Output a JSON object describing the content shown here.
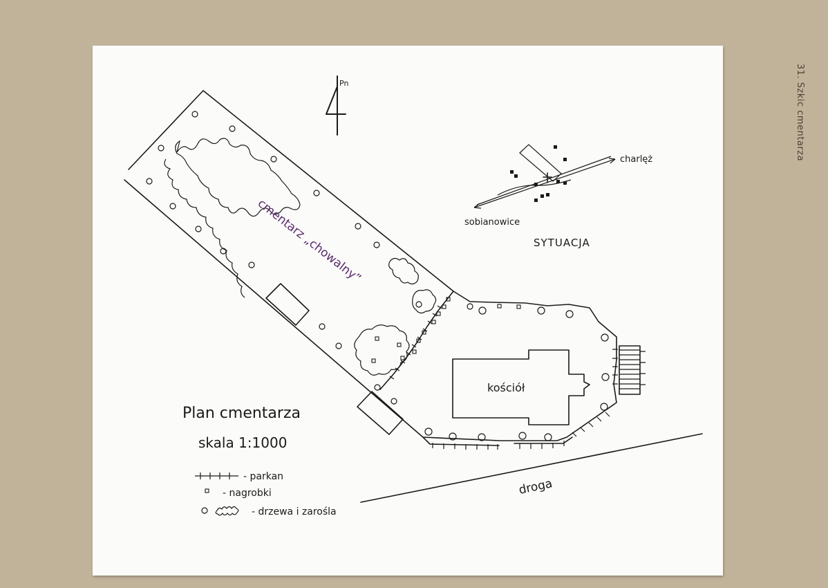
{
  "caption": "31. Szkic cmentarza",
  "north_label": "Pn",
  "cemetery_label": "cmentarz „chowalny”",
  "church_label": "kościół",
  "road_label": "droga",
  "situation": {
    "title": "SYTUACJA",
    "left_place": "sobianowice",
    "right_place": "charlęż"
  },
  "plan": {
    "title": "Plan cmentarza",
    "scale": "skala 1:1000"
  },
  "legend": [
    {
      "symbol": "fence-icon",
      "label": "- parkan"
    },
    {
      "symbol": "tombstone-icon",
      "label": "- nagrobki"
    },
    {
      "symbol": "trees-icon",
      "label": "- drzewa i zarośla"
    }
  ],
  "colors": {
    "background": "#c1b39a",
    "paper": "#fbfbf9",
    "ink": "#1a1a1a",
    "purple_ink": "#5b2a6e"
  }
}
